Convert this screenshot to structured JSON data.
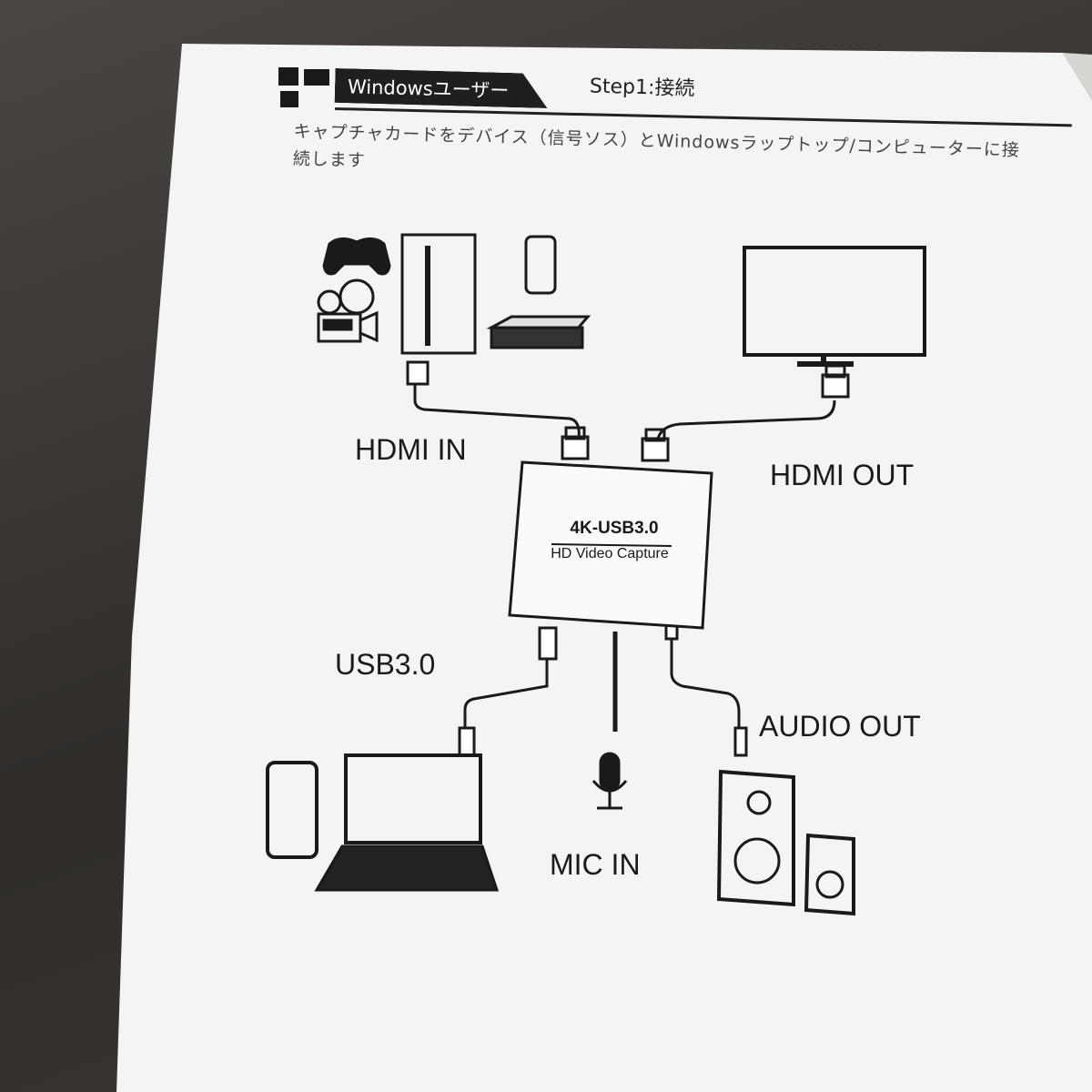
{
  "header": {
    "section_label": "Windowsユーザー",
    "step_label": "Step1:接続"
  },
  "instruction": "キャプチャカードをデバイス（信号ソス）とWindowsラップトップ/コンピューターに接続します",
  "device": {
    "line1": "4K-USB3.0",
    "line2": "HD Video Capture"
  },
  "labels": {
    "hdmi_in": "HDMI IN",
    "hdmi_out": "HDMI OUT",
    "usb": "USB3.0",
    "mic_in": "MIC IN",
    "audio_out": "AUDIO OUT"
  }
}
